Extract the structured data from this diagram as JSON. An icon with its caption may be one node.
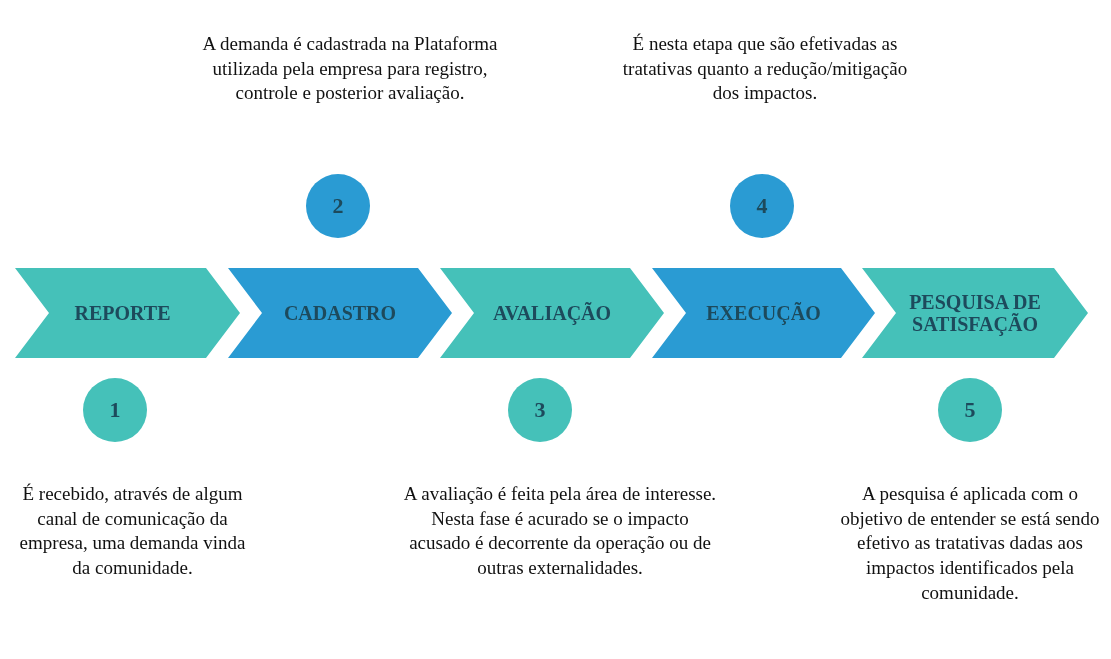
{
  "diagram": {
    "nodes": [
      {
        "text": [
          "REPORTE"
        ]
      },
      {
        "text": [
          "CADASTRO"
        ]
      },
      {
        "text": [
          "AVALIAÇÃO"
        ]
      },
      {
        "text": [
          "EXECUÇÃO"
        ]
      },
      {
        "text": [
          "PESQUISA DE SATISFAÇÃO"
        ]
      },
      {
        "text": [
          "1"
        ],
        "beside": [
          "É recebido, através de algum canal de comunicação da empresa, uma demanda vinda da comunidade."
        ]
      },
      {
        "text": [
          "2"
        ],
        "beside": [
          "A demanda é cadastrada na Plataforma utilizada pela empresa para registro, controle e posterior avaliação."
        ]
      },
      {
        "text": [
          "3"
        ],
        "beside": [
          "A avaliação é feita pela área de interesse. Nesta fase é acurado se o impacto acusado é decorrente da operação ou de outras externalidades."
        ]
      },
      {
        "text": [
          "4"
        ],
        "beside": [
          "É nesta etapa que são efetivadas as tratativas quanto a redução/mitigação dos impactos."
        ]
      },
      {
        "text": [
          "5"
        ],
        "beside": [
          "A pesquisa é aplicada com o objetivo de entender se está sendo efetivo as tratativas dadas aos impactos identificados pela comunidade."
        ]
      }
    ]
  }
}
